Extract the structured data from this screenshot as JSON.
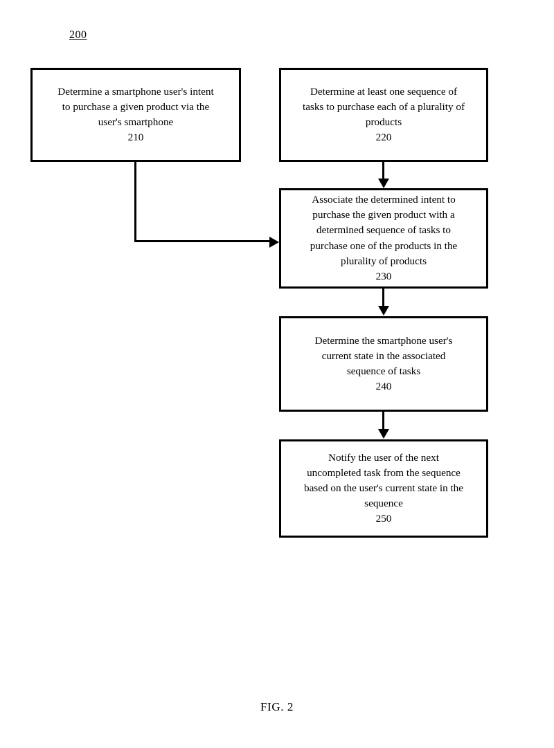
{
  "figure": {
    "reference_numeral": "200",
    "caption": "FIG. 2"
  },
  "nodes": [
    {
      "id": "210",
      "text": "Determine a smartphone user's intent\nto purchase a given product via the\nuser's smartphone",
      "number": "210"
    },
    {
      "id": "220",
      "text": "Determine at least one sequence of\ntasks to purchase each of a plurality of\nproducts",
      "number": "220"
    },
    {
      "id": "230",
      "text": "Associate the determined intent to\npurchase the given product with a\ndetermined sequence of tasks to\npurchase one of the products in the\nplurality of products",
      "number": "230"
    },
    {
      "id": "240",
      "text": "Determine the smartphone user's\ncurrent state in the associated\nsequence of tasks",
      "number": "240"
    },
    {
      "id": "250",
      "text": "Notify the user of the next\nuncompleted task from the sequence\nbased on the user's current state in the\nsequence",
      "number": "250"
    }
  ],
  "connectors": [
    {
      "id": "210-to-230",
      "from": "210",
      "to": "230",
      "style": "elbow-down-right",
      "arrow": "right"
    },
    {
      "id": "220-to-230",
      "from": "220",
      "to": "230",
      "style": "straight-down",
      "arrow": "down"
    },
    {
      "id": "230-to-240",
      "from": "230",
      "to": "240",
      "style": "straight-down",
      "arrow": "down"
    },
    {
      "id": "240-to-250",
      "from": "240",
      "to": "250",
      "style": "straight-down",
      "arrow": "down"
    }
  ],
  "colors": {
    "line": "#000000",
    "background": "#ffffff",
    "text": "#000000"
  }
}
